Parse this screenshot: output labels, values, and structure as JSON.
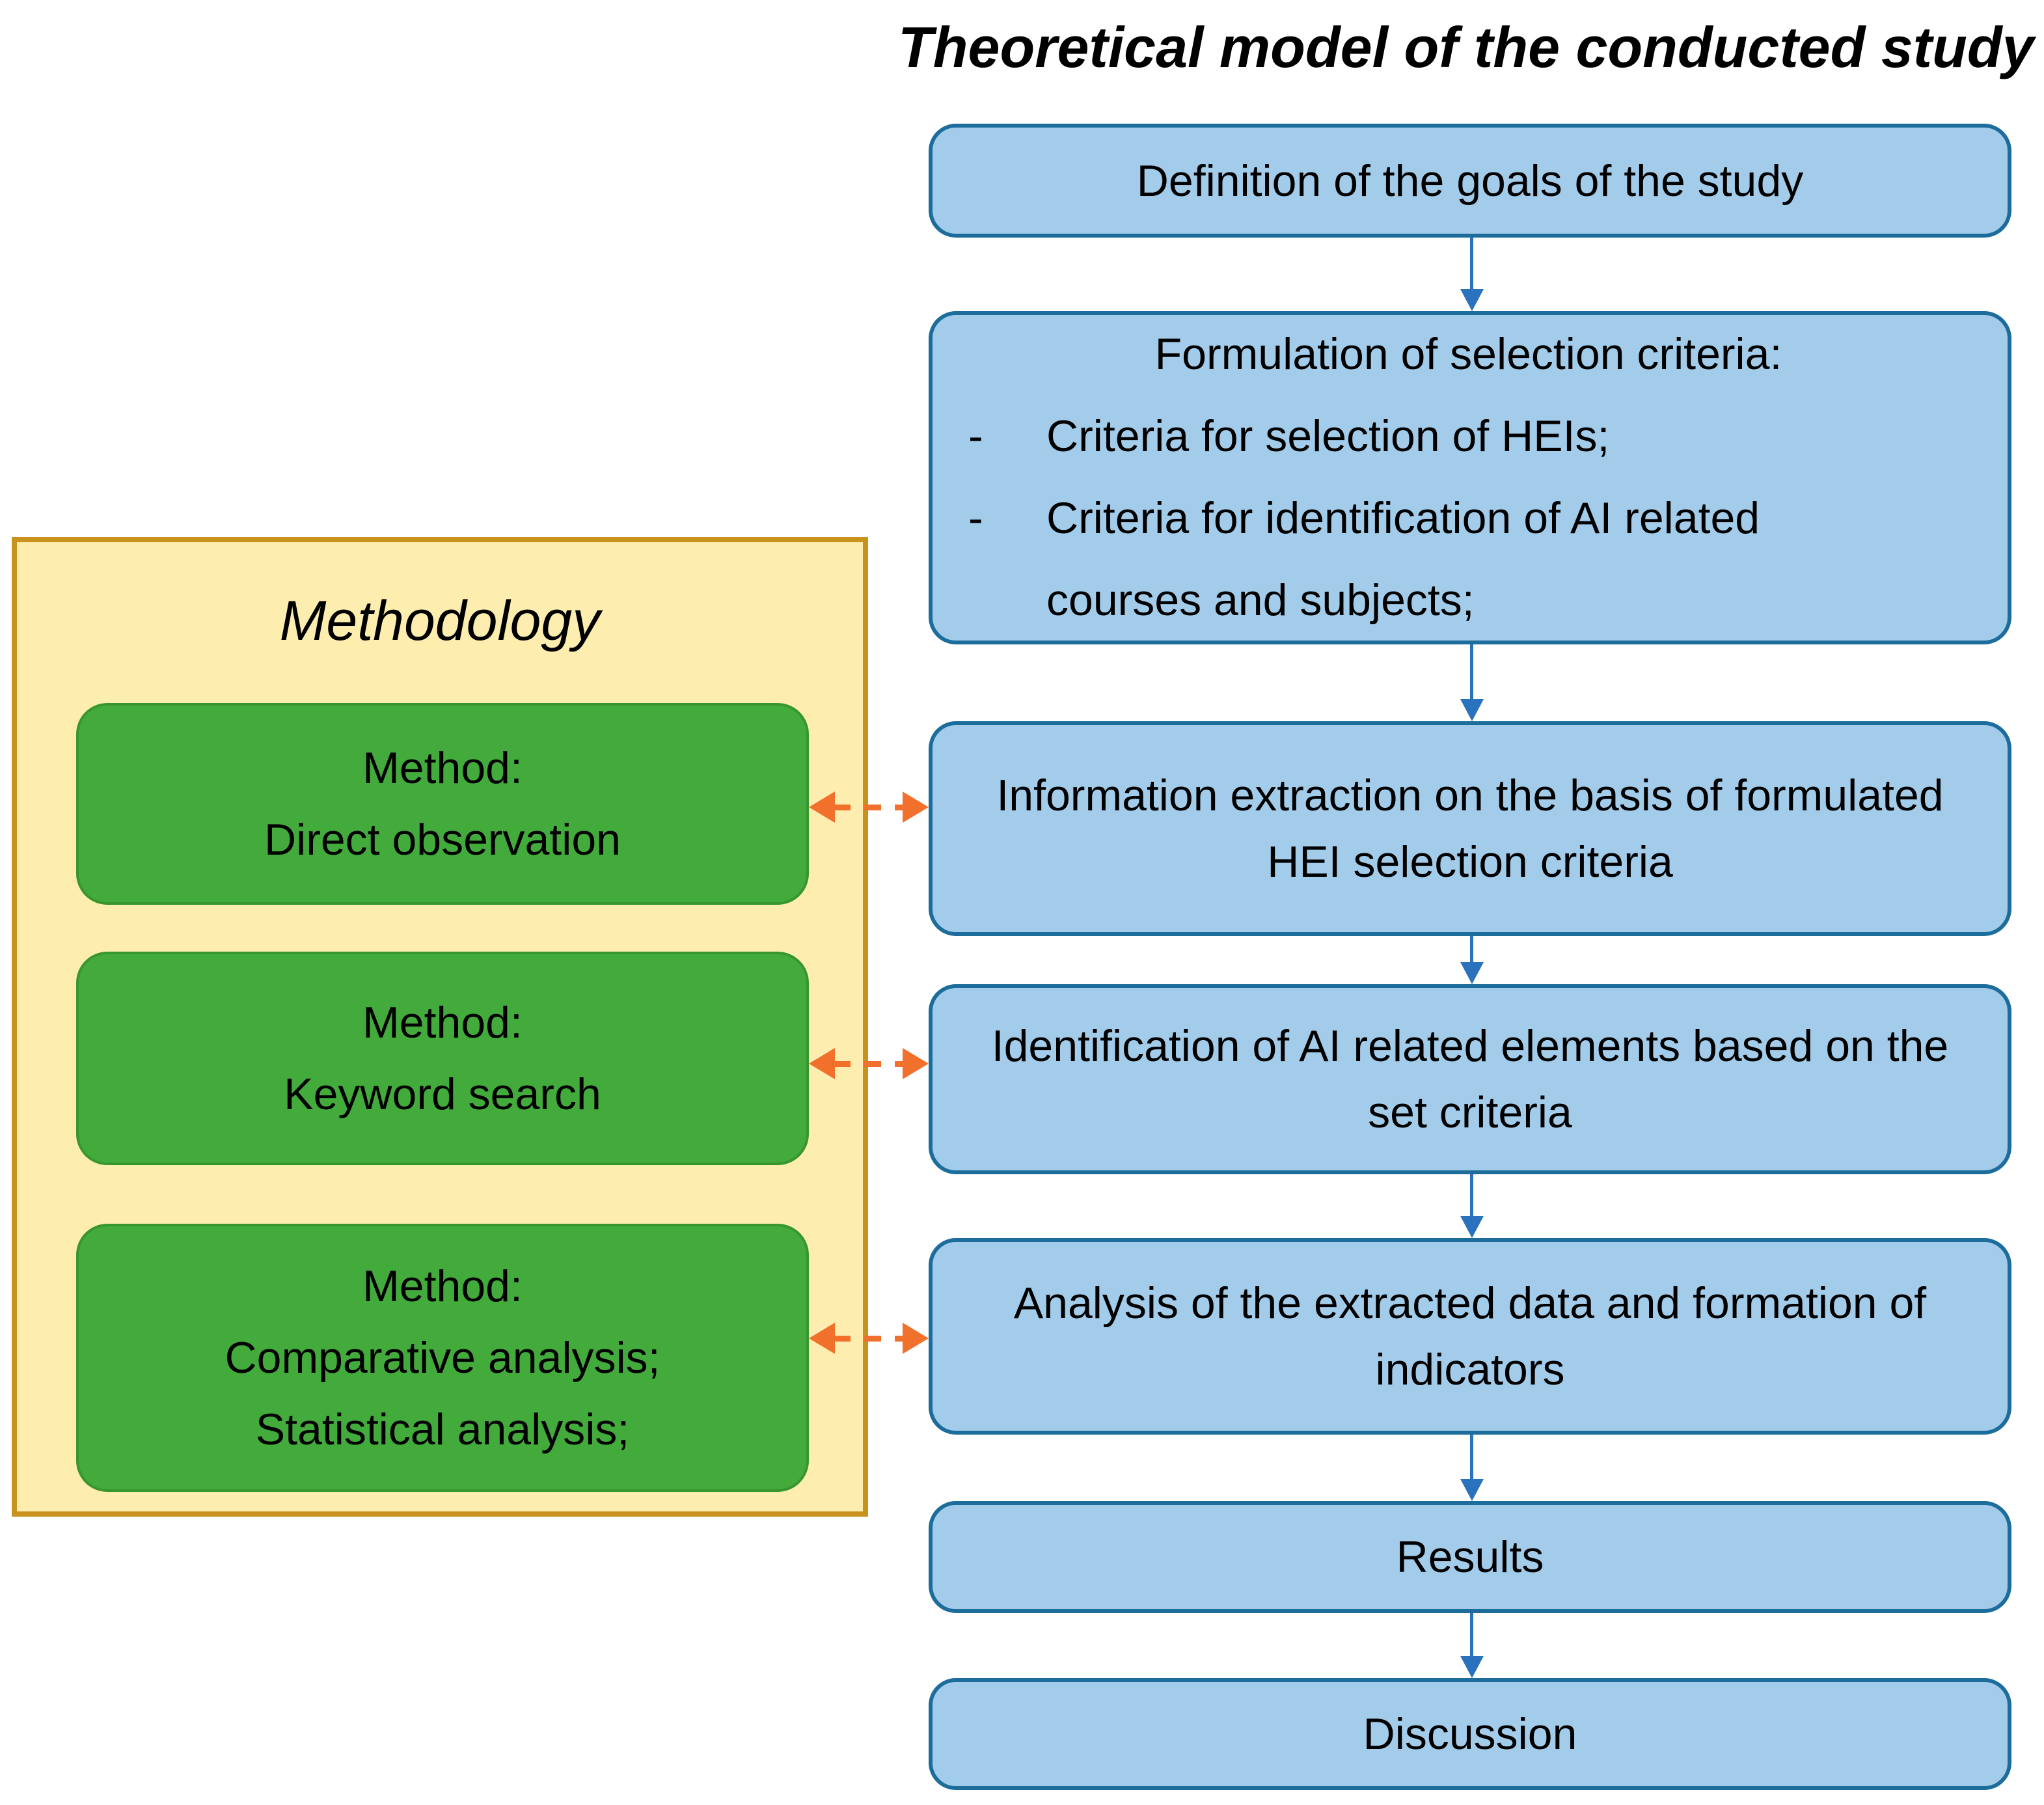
{
  "title": "Theoretical model of the conducted study",
  "flow": {
    "steps": [
      {
        "id": "definition",
        "text": "Definition of the goals of the study"
      },
      {
        "id": "criteria",
        "heading": "Formulation of selection criteria:",
        "bullet_marker": "-",
        "bullets": [
          "Criteria for selection of HEIs;",
          "Criteria for identification of AI related courses and subjects;"
        ]
      },
      {
        "id": "extraction",
        "text": "Information extraction on the basis of formulated HEI selection criteria"
      },
      {
        "id": "identification",
        "text": "Identification of AI related elements based on the set criteria"
      },
      {
        "id": "analysis",
        "text": "Analysis of the extracted data and formation of indicators"
      },
      {
        "id": "results",
        "text": "Results"
      },
      {
        "id": "discussion",
        "text": "Discussion"
      }
    ]
  },
  "methodology": {
    "label": "Methodology",
    "methods": [
      {
        "text": "Method:\nDirect observation"
      },
      {
        "text": "Method:\nKeyword search"
      },
      {
        "text": "Method:\nComparative analysis;\nStatistical analysis;"
      }
    ]
  },
  "colors": {
    "flow_box_fill": "#a3cceb",
    "flow_box_border": "#1c6d9c",
    "flow_arrow": "#2b72be",
    "method_box_fill": "#43ab3c",
    "method_box_border": "#37962f",
    "panel_fill": "#fdedaf",
    "panel_border": "#c8921c",
    "link_arrow": "#f0702c",
    "text": "#000000"
  }
}
